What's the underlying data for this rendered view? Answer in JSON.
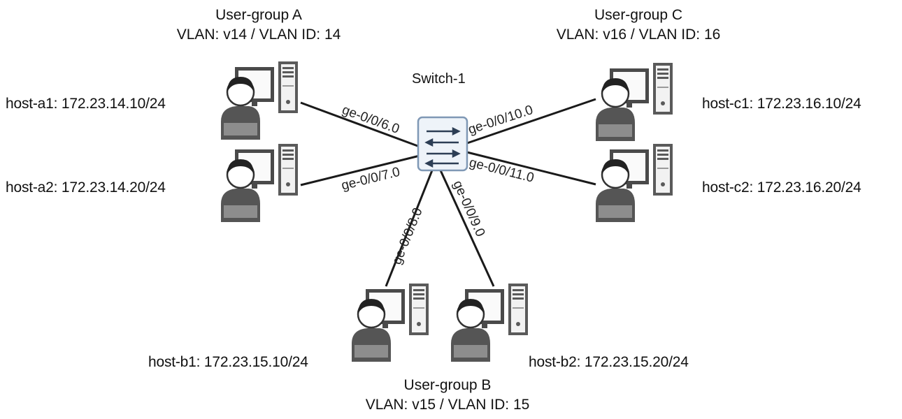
{
  "switch": {
    "name": "Switch-1"
  },
  "groups": {
    "a": {
      "title": "User-group A",
      "vlan": "VLAN: v14 / VLAN ID: 14"
    },
    "b": {
      "title": "User-group B",
      "vlan": "VLAN: v15 / VLAN ID: 15"
    },
    "c": {
      "title": "User-group C",
      "vlan": "VLAN: v16 / VLAN ID: 16"
    }
  },
  "hosts": {
    "a1": {
      "label": "host-a1: 172.23.14.10/24",
      "port": "ge-0/0/6.0"
    },
    "a2": {
      "label": "host-a2: 172.23.14.20/24",
      "port": "ge-0/0/7.0"
    },
    "b1": {
      "label": "host-b1: 172.23.15.10/24",
      "port": "ge-0/0/8.0"
    },
    "b2": {
      "label": "host-b2: 172.23.15.20/24",
      "port": "ge-0/0/9.0"
    },
    "c1": {
      "label": "host-c1: 172.23.16.10/24",
      "port": "ge-0/0/10.0"
    },
    "c2": {
      "label": "host-c2: 172.23.16.20/24",
      "port": "ge-0/0/11.0"
    }
  },
  "icons": {
    "host": "user-workstation-icon",
    "switch": "switch-icon"
  },
  "colors": {
    "line": "#1a1a1a",
    "switch_fill": "#eef3f9",
    "switch_stroke": "#7f98b5",
    "icon_gray": "#555555"
  }
}
